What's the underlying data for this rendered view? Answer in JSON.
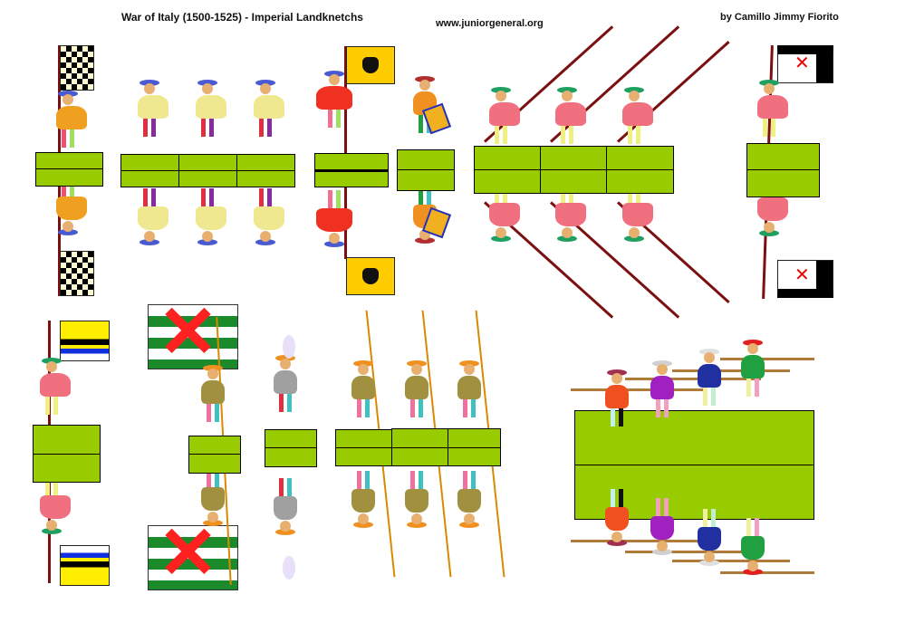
{
  "header": {
    "title": "War of Italy (1500-1525) - Imperial Landknetchs",
    "website": "www.juniorgeneral.org",
    "author": "by Camillo Jimmy Fiorito"
  },
  "colors": {
    "base_green": "#99cc00",
    "base_border": "#000000",
    "pike_shaft": "#7a1010",
    "spear_shaft": "#d98a00"
  },
  "sheet": {
    "row1": [
      {
        "unit": "Standard bearer with checkered flag",
        "figures": 1,
        "bases": 1
      },
      {
        "unit": "Arquebusiers in blue hats",
        "figures": 3,
        "bases": 3
      },
      {
        "unit": "Standard bearer with imperial eagle flag",
        "figures": 1,
        "bases": 1
      },
      {
        "unit": "Drummer",
        "figures": 1,
        "bases": 1
      },
      {
        "unit": "Pikemen in red doublets",
        "figures": 3,
        "bases": 3
      },
      {
        "unit": "Standard bearer with black & white flag",
        "figures": 1,
        "bases": 1
      }
    ],
    "row2": [
      {
        "unit": "Standard bearer with striped flag",
        "figures": 1,
        "bases": 1
      },
      {
        "unit": "Standard bearer with Burgundian cross flag",
        "figures": 1,
        "bases": 1
      },
      {
        "unit": "Officer with halberd",
        "figures": 1,
        "bases": 1
      },
      {
        "unit": "Halberdiers",
        "figures": 3,
        "bases": 3
      },
      {
        "unit": "Pike block (leveled pikes)",
        "figures": 4,
        "bases": 1
      }
    ]
  }
}
